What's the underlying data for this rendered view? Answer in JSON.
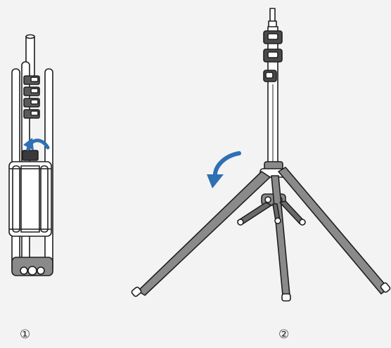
{
  "figure": {
    "steps": [
      {
        "label": "①",
        "description_icon": "folded-tripod-unlock"
      },
      {
        "label": "②",
        "description_icon": "open-tripod-rotate"
      }
    ],
    "colors": {
      "line": "#1f1f1f",
      "fill_light": "#ffffff",
      "fill_mid": "#8a8a8a",
      "fill_dark": "#4a4a4a",
      "arrow": "#2f6fb3",
      "background": "#f3f3f3"
    }
  }
}
